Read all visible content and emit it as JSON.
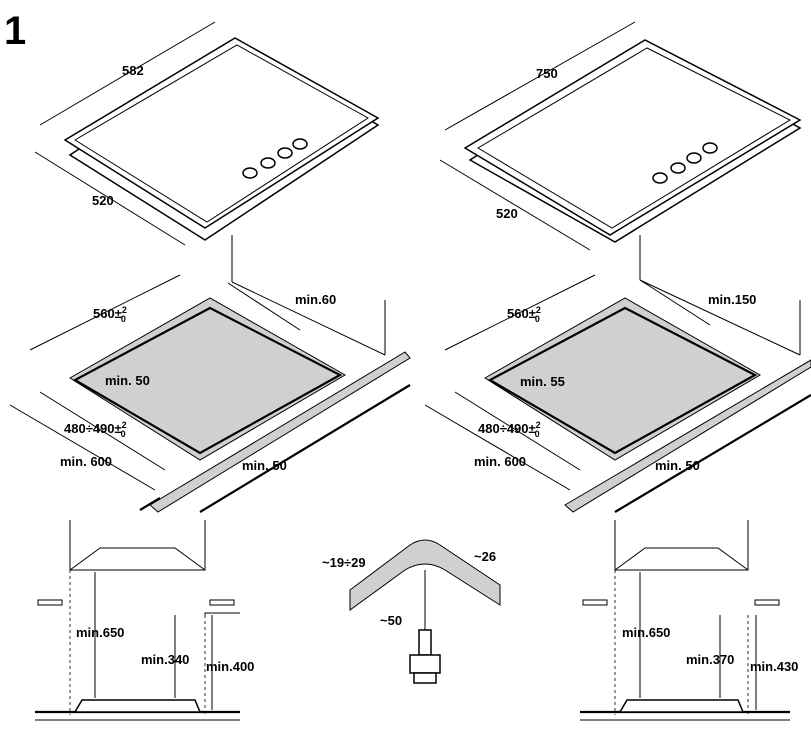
{
  "figure_number": "1",
  "hob_small": {
    "width": "582",
    "depth": "520"
  },
  "hob_large": {
    "width": "750",
    "depth": "520"
  },
  "cutout_small": {
    "cut_width": "560",
    "cut_width_tol": "±",
    "tol_upper": "2",
    "tol_lower": "0",
    "rear_clearance": "min.60",
    "side_clearance": "min. 50",
    "cut_depth": "480÷490",
    "cut_depth_tol": "±",
    "counter_depth": "min. 600",
    "front_clearance": "min. 50"
  },
  "cutout_large": {
    "cut_width": "560",
    "cut_width_tol": "±",
    "tol_upper": "2",
    "tol_lower": "0",
    "rear_clearance": "min.150",
    "side_clearance": "min. 55",
    "cut_depth": "480÷490",
    "cut_depth_tol": "±",
    "counter_depth": "min. 600",
    "front_clearance": "min. 50"
  },
  "profile_detail": {
    "thickness": "~19÷29",
    "edge": "~26",
    "screw": "~50"
  },
  "hood_small": {
    "hood_height": "min.650",
    "cabinet_height": "min.340",
    "side_height": "min.400"
  },
  "hood_large": {
    "hood_height": "min.650",
    "cabinet_height": "min.370",
    "side_height": "min.430"
  }
}
